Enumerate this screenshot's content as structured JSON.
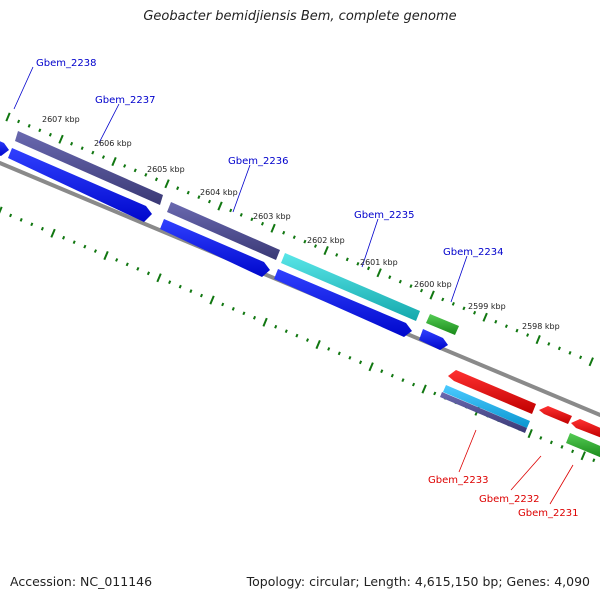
{
  "title": "Geobacter bemidjiensis Bem, complete genome",
  "footer": {
    "accession": "Accession: NC_011146",
    "summary": "Topology: circular; Length: 4,615,150 bp; Genes: 4,090"
  },
  "ruler_labels": [
    "2607 kbp",
    "2606 kbp",
    "2605 kbp",
    "2604 kbp",
    "2603 kbp",
    "2602 kbp",
    "2601 kbp",
    "2600 kbp",
    "2599 kbp",
    "2598 kbp"
  ],
  "gene_labels_forward": [
    "Gbem_2238",
    "Gbem_2237",
    "Gbem_2236",
    "Gbem_2235",
    "Gbem_2234"
  ],
  "gene_labels_reverse": [
    "Gbem_2233",
    "Gbem_2232",
    "Gbem_2231"
  ],
  "colors": {
    "forward_label": "#0000cc",
    "reverse_label": "#dd0000",
    "dark_slate_blue": "#4b4a8c",
    "blue": "#0a14ee",
    "cyan": "#22c8cc",
    "green": "#33b333",
    "red": "#ee0000",
    "light_blue": "#1cb4f0",
    "backbone": "#808080",
    "ticks": "#117711"
  }
}
